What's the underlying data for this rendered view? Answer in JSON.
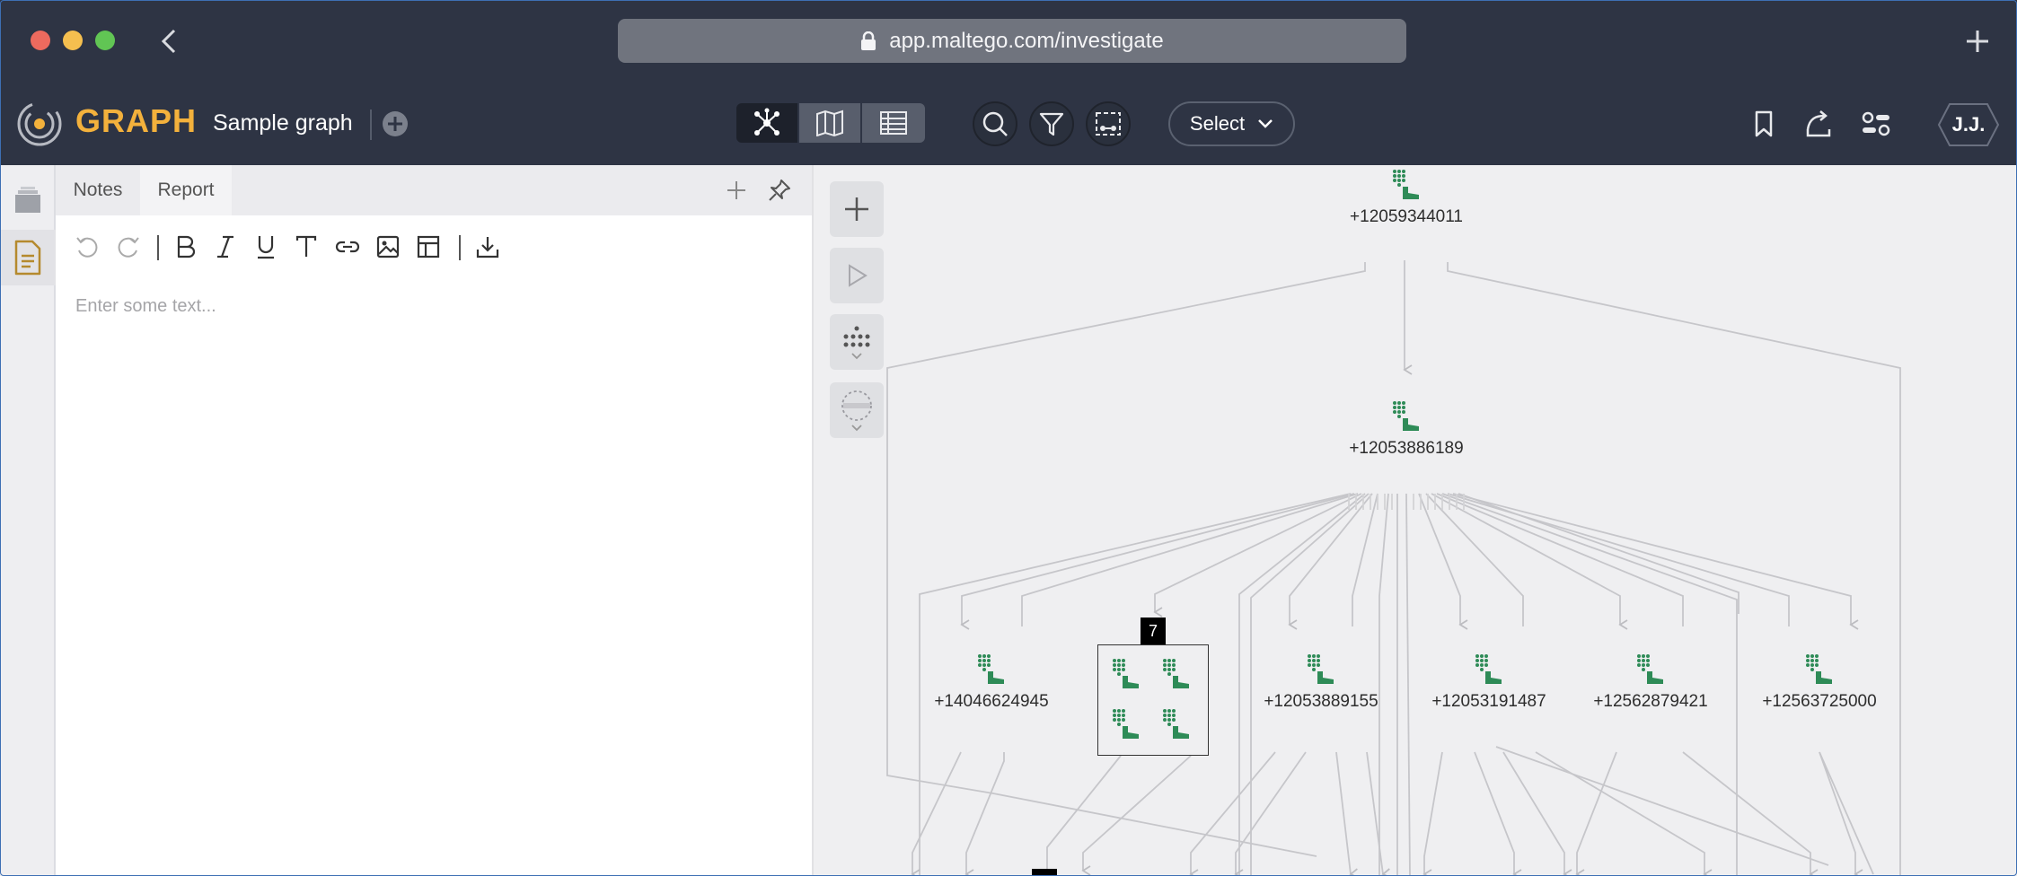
{
  "browser": {
    "url": "app.maltego.com/investigate"
  },
  "app": {
    "brand": "GRAPH",
    "graph_name": "Sample graph",
    "select_label": "Select",
    "user_initials": "J.J."
  },
  "notes_panel": {
    "tabs": [
      {
        "label": "Notes"
      },
      {
        "label": "Report"
      }
    ],
    "placeholder": "Enter some text..."
  },
  "graph": {
    "group_count": "7",
    "nodes": [
      {
        "label": "+12059344011",
        "type": "phone-number"
      },
      {
        "label": "+12053886189",
        "type": "phone-number"
      },
      {
        "label": "+14046624945",
        "type": "phone-number"
      },
      {
        "label": "+12053889155",
        "type": "phone-number"
      },
      {
        "label": "+12053191487",
        "type": "phone-number"
      },
      {
        "label": "+12562879421",
        "type": "phone-number"
      },
      {
        "label": "+12563725000",
        "type": "phone-number"
      }
    ]
  },
  "colors": {
    "chrome_bg": "#2e3444",
    "brand_accent": "#f3b13c",
    "node_icon": "#2e8b57",
    "canvas_bg": "#efeff1",
    "edge": "#c3c3c7"
  }
}
